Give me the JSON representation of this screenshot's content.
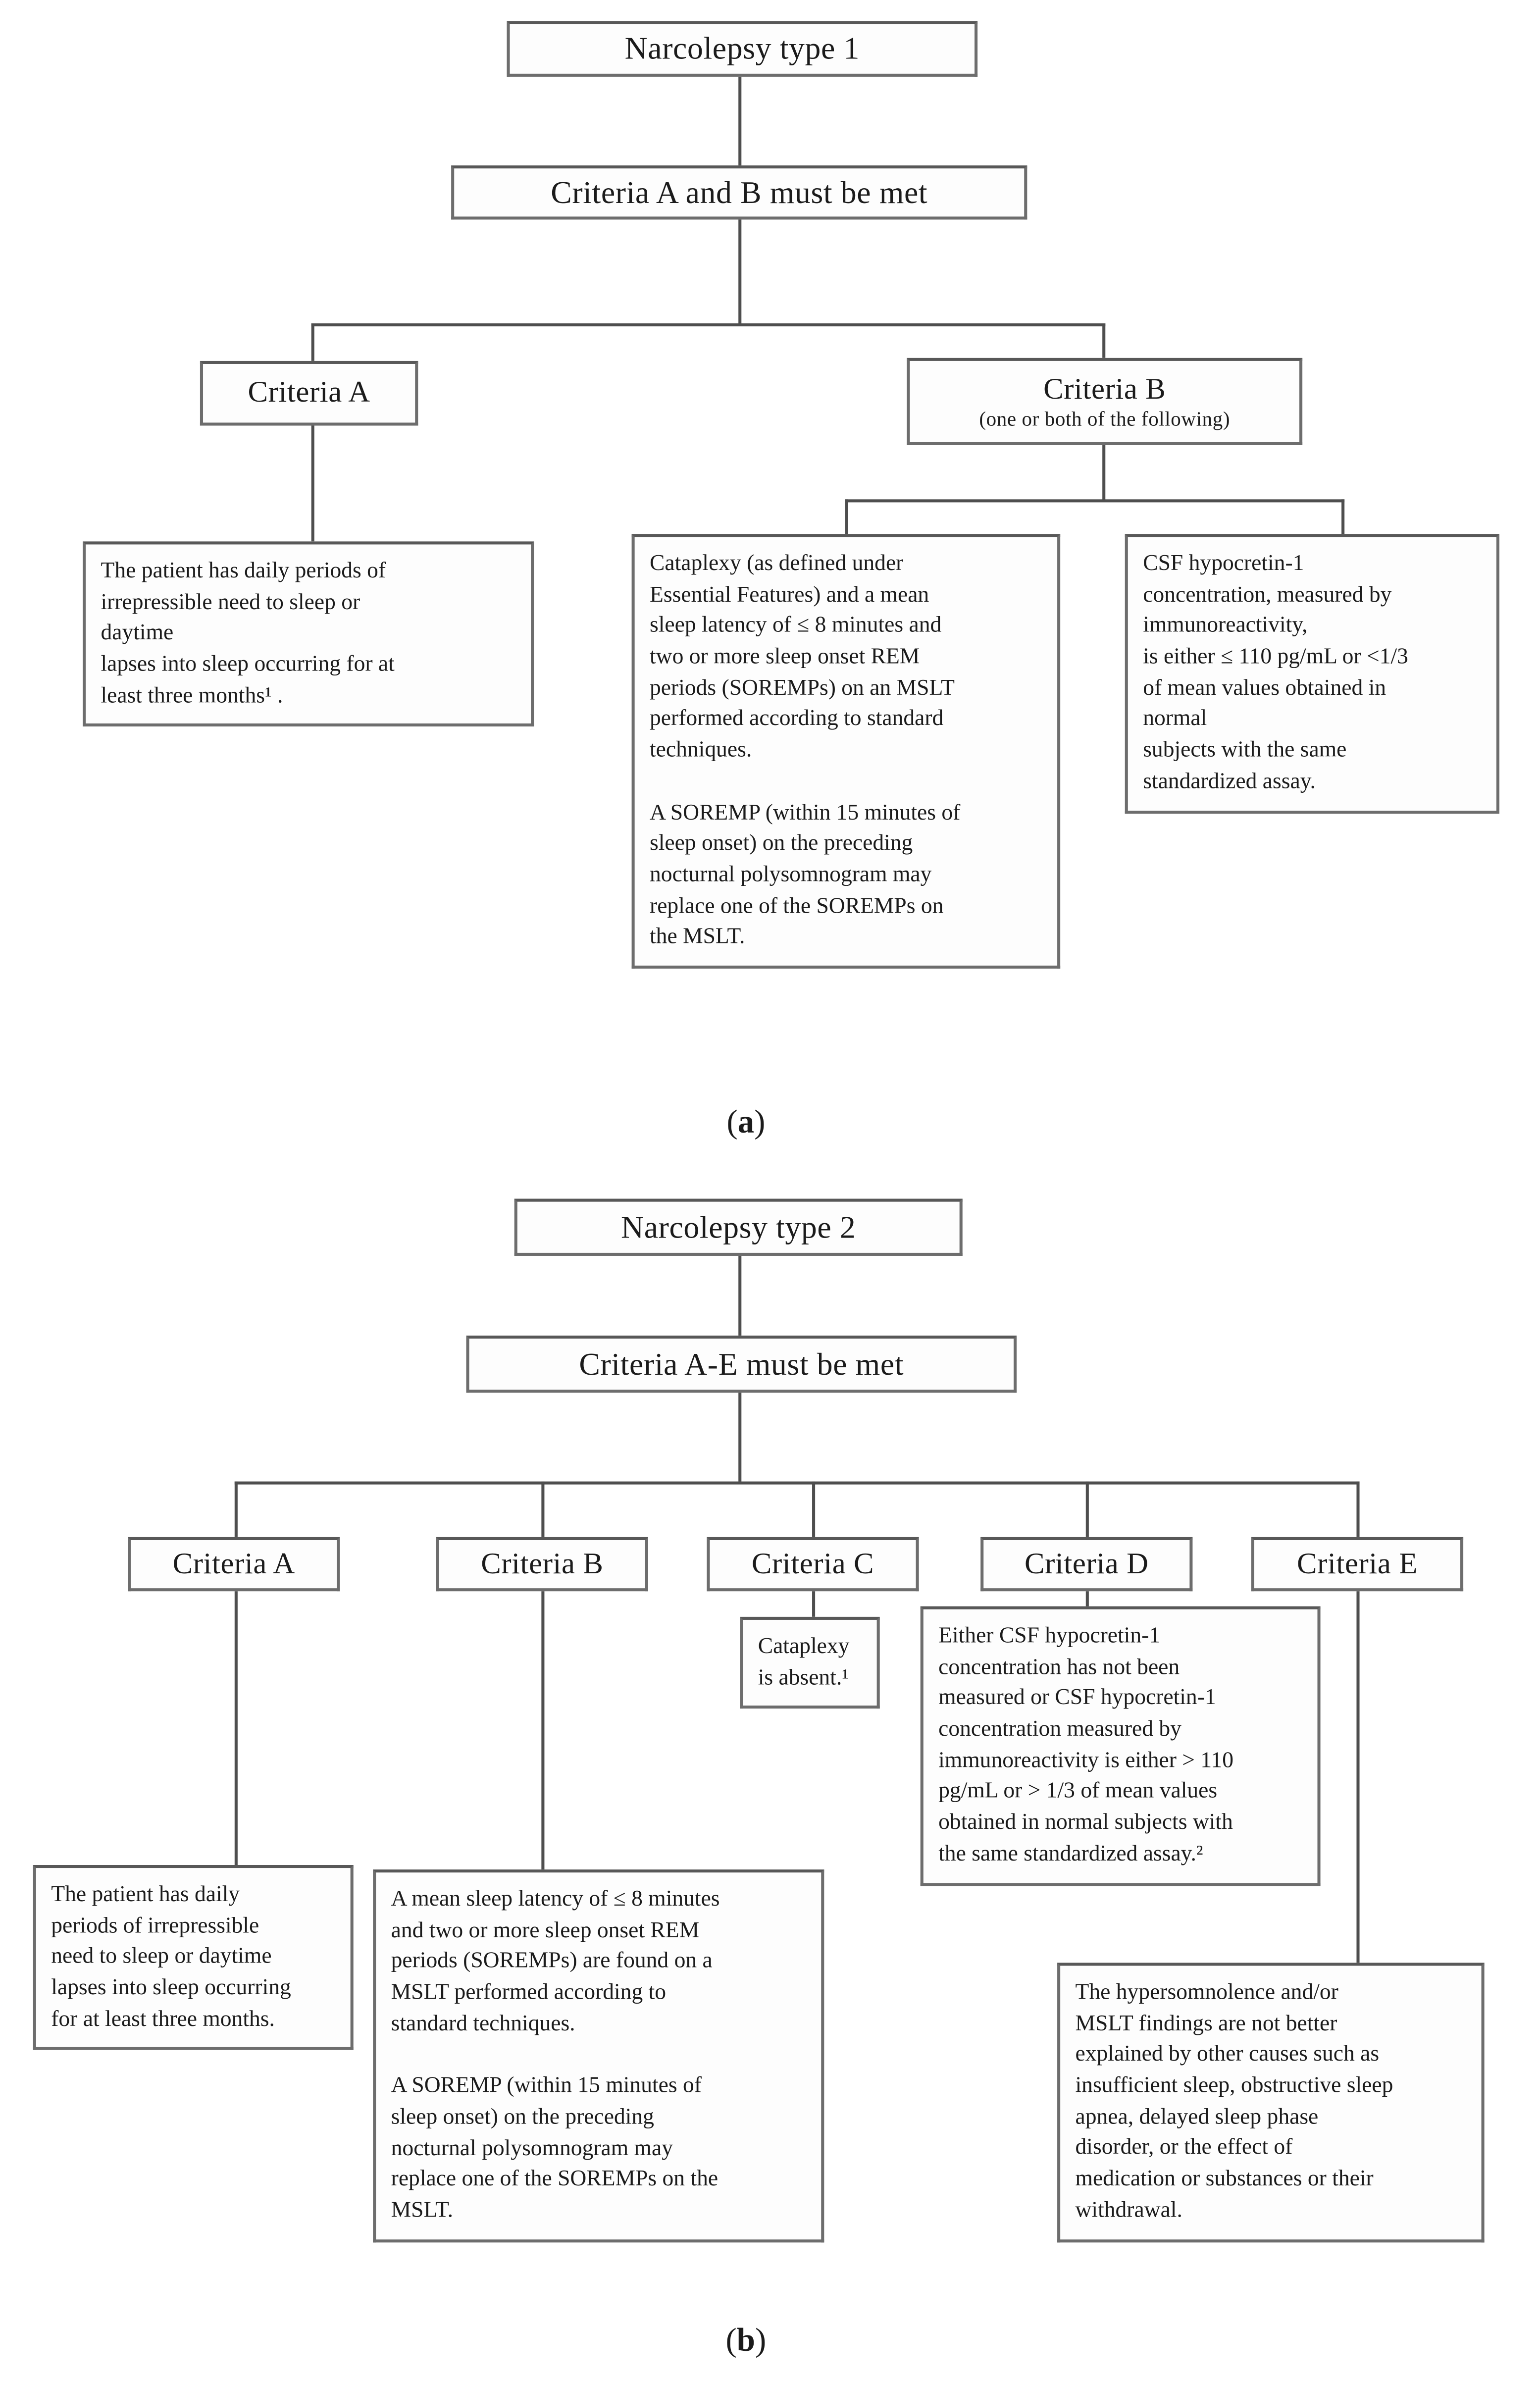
{
  "figure": {
    "panel_a": {
      "root": "Narcolepsy type 1",
      "gate": "Criteria A and B must be met",
      "criteria_a": {
        "title": "Criteria A",
        "description": "The patient has daily periods of\nirrepressible need to sleep or\ndaytime\nlapses into sleep occurring for at\nleast three months¹ ."
      },
      "criteria_b": {
        "title": "Criteria B",
        "subtitle": "(one or both of the following)",
        "option_1": "Cataplexy (as defined under\nEssential Features) and a mean\nsleep latency of ≤ 8 minutes and\ntwo or more sleep onset REM\nperiods (SOREMPs) on an MSLT\nperformed according to standard\ntechniques.\n\nA SOREMP (within 15 minutes of\nsleep onset) on the preceding\nnocturnal polysomnogram may\nreplace one of the SOREMPs on\nthe MSLT.",
        "option_2": "CSF hypocretin-1\nconcentration, measured by\nimmunoreactivity,\nis either ≤ 110 pg/mL or <1/3\nof mean values obtained in\nnormal\nsubjects with the same\nstandardized assay."
      },
      "label": {
        "open": "(",
        "letter": "a",
        "close": ")"
      }
    },
    "panel_b": {
      "root": "Narcolepsy type 2",
      "gate": "Criteria A-E must be met",
      "criteria_a": {
        "title": "Criteria A",
        "description": "The patient has daily\nperiods of irrepressible\nneed to sleep or daytime\nlapses into sleep occurring\nfor at least three months."
      },
      "criteria_b": {
        "title": "Criteria B",
        "description": "A mean sleep latency of ≤ 8 minutes\nand two or more sleep onset REM\nperiods (SOREMPs) are found on a\nMSLT performed according to\nstandard techniques.\n\nA SOREMP (within 15 minutes of\nsleep onset) on the preceding\nnocturnal polysomnogram may\nreplace one of the SOREMPs on the\nMSLT."
      },
      "criteria_c": {
        "title": "Criteria C",
        "description": "Cataplexy\nis absent.¹"
      },
      "criteria_d": {
        "title": "Criteria D",
        "description": "Either CSF hypocretin-1\nconcentration has not been\nmeasured or CSF hypocretin-1\nconcentration measured by\nimmunoreactivity is either > 110\npg/mL or > 1/3 of mean values\nobtained in normal subjects with\nthe same standardized assay.²"
      },
      "criteria_e": {
        "title": "Criteria E",
        "description": "The hypersomnolence and/or\nMSLT findings are not better\nexplained by other causes such as\ninsufficient sleep, obstructive sleep\napnea, delayed sleep phase\ndisorder, or the effect of\nmedication or substances or their\nwithdrawal."
      },
      "label": {
        "open": "(",
        "letter": "b",
        "close": ")"
      }
    }
  }
}
